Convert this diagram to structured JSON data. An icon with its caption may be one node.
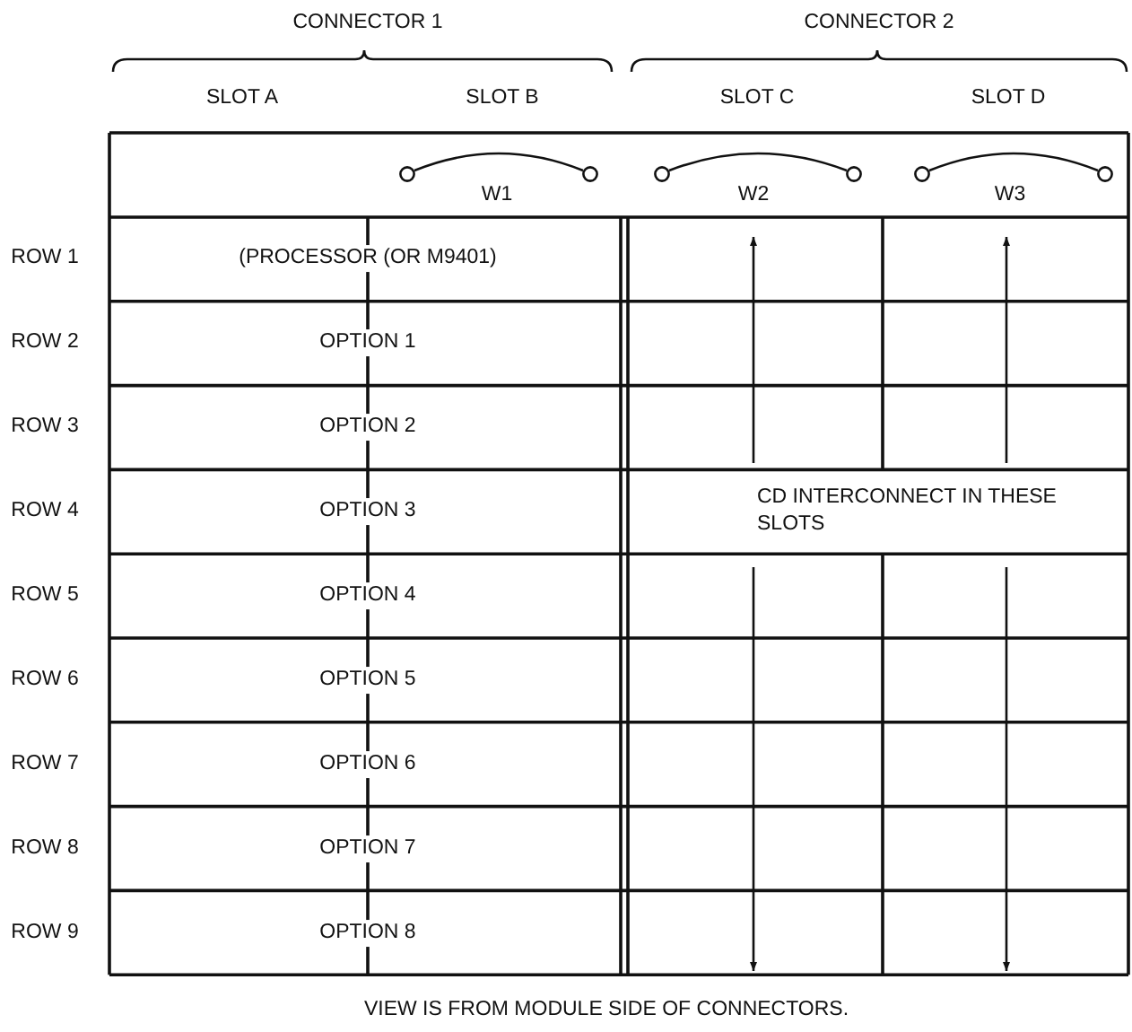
{
  "diagram": {
    "caption": "VIEW IS FROM MODULE SIDE OF CONNECTORS.",
    "labels": [
      "CONNECTOR 1",
      "CONNECTOR 2",
      "SLOT A",
      "SLOT B",
      "SLOT C",
      "SLOT D",
      "W1",
      "W2",
      "W3",
      "ROW 1",
      "(PROCESSOR (OR M9401)",
      "ROW 2",
      "OPTION 1",
      "ROW 3",
      "OPTION 2",
      "ROW 4",
      "OPTION 3",
      "CD INTERCONNECT IN THESE SLOTS",
      "ROW 5",
      "OPTION 4",
      "ROW 6",
      "OPTION 5",
      "ROW 7",
      "OPTION 6",
      "ROW 8",
      "OPTION 7",
      "ROW 9",
      "OPTION 8"
    ]
  }
}
